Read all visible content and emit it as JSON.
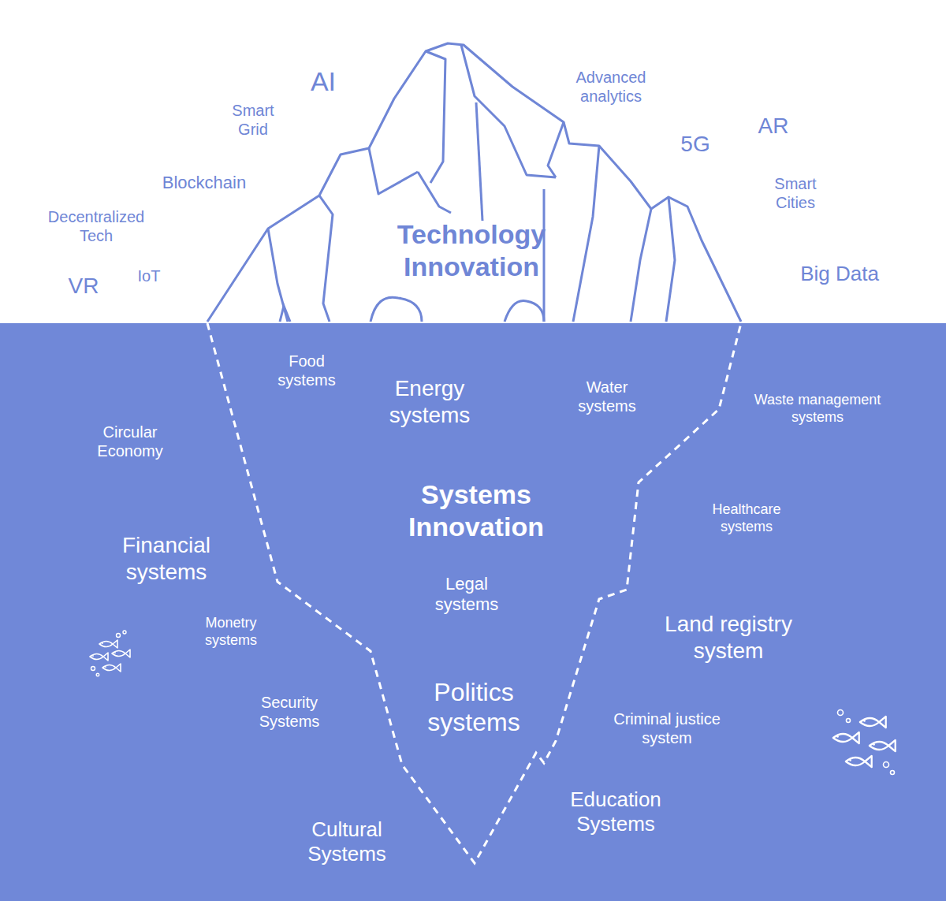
{
  "diagram": {
    "nodes": [
      {
        "text": [
          "Technology Innovation"
        ]
      },
      {
        "text": [
          "Systems Innovation"
        ]
      }
    ],
    "labels": [
      "AI",
      "Smart Grid",
      "Advanced analytics",
      "5G",
      "AR",
      "Blockchain",
      "Smart Cities",
      "Decentralized Tech",
      "VR",
      "IoT",
      "Big Data",
      "Food systems",
      "Energy systems",
      "Water systems",
      "Waste management systems",
      "Circular Economy",
      "Financial systems",
      "Healthcare systems",
      "Legal systems",
      "Land registry system",
      "Monetry systems",
      "Security Systems",
      "Politics systems",
      "Criminal justice system",
      "Education Systems",
      "Cultural Systems"
    ]
  }
}
